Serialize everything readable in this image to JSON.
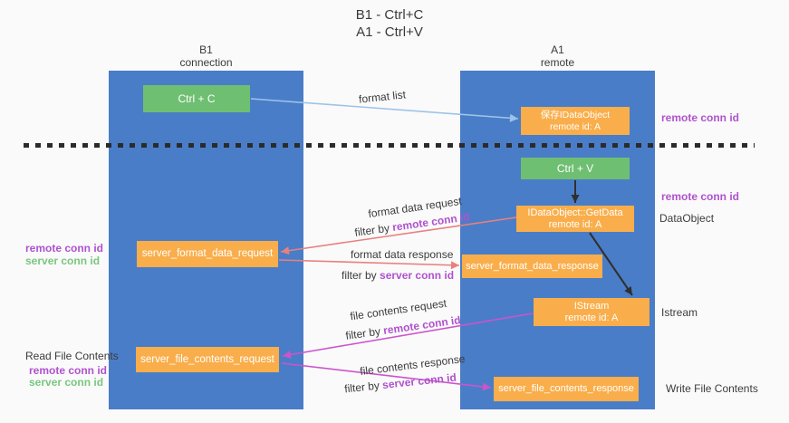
{
  "title": {
    "line1": "B1 - Ctrl+C",
    "line2": "A1 - Ctrl+V"
  },
  "lanes": {
    "left": {
      "title": "B1",
      "subtitle": "connection"
    },
    "right": {
      "title": "A1",
      "subtitle": "remote"
    }
  },
  "nodes": {
    "ctrl_c": {
      "label": "Ctrl + C"
    },
    "ctrl_v": {
      "label": "Ctrl + V"
    },
    "save_dataobject": {
      "line1": "保存IDataObject",
      "line2": "remote id: A"
    },
    "getdata": {
      "line1": "IDataObject::GetData",
      "line2": "remote id: A"
    },
    "istream": {
      "line1": "IStream",
      "line2": "remote id: A"
    },
    "format_request": {
      "label": "server_format_data_request"
    },
    "format_response": {
      "label": "server_format_data_response"
    },
    "file_request": {
      "label": "server_file_contents_request"
    },
    "file_response": {
      "label": "server_file_contents_response"
    }
  },
  "edges": {
    "format_list": {
      "label": "format list"
    },
    "format_data_request": {
      "label": "format data request",
      "filter_prefix": "filter by",
      "filter_key": "remote conn id"
    },
    "format_data_response": {
      "label": "format data response",
      "filter_prefix": "filter by",
      "filter_key": "server conn id"
    },
    "file_contents_request": {
      "label": "file contents request",
      "filter_prefix": "filter by",
      "filter_key": "remote conn id"
    },
    "file_contents_response": {
      "label": "file contents response",
      "filter_prefix": "filter by",
      "filter_key": "server conn id"
    }
  },
  "annotations": {
    "right": {
      "remote_conn_id_top": "remote conn id",
      "remote_conn_id_mid": "remote conn id",
      "dataobject": "DataObject",
      "istream": "Istream",
      "write_file_contents": "Write File Contents"
    },
    "left": {
      "remote_conn_id_top": "remote conn id",
      "server_conn_id_top": "server conn id",
      "read_file_contents": "Read File Contents",
      "remote_conn_id_bottom": "remote conn id",
      "server_conn_id_bottom": "server conn id"
    }
  },
  "colors": {
    "lane_blue": "#4a7dc7",
    "node_green": "#6fbf72",
    "node_orange": "#f9ae4b",
    "label_purple": "#b052ce",
    "label_green": "#79c77e",
    "arrow_salmon": "#e8807e",
    "arrow_magenta": "#cc54cc",
    "arrow_lightblue": "#9cc3e8",
    "arrow_black": "#2f2f2f",
    "separator_black": "#2b2b2b",
    "background": "#fafafa"
  }
}
